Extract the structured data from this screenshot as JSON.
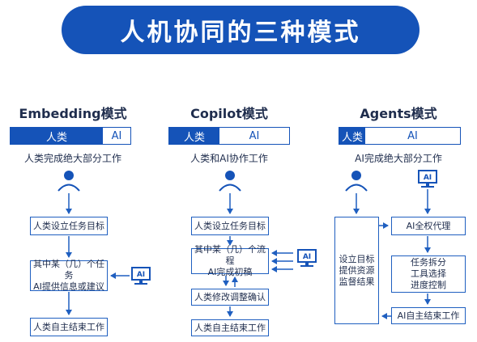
{
  "title": "人机协同的三种模式",
  "modes": [
    {
      "name": "Embedding模式",
      "split_human": "人类",
      "split_ai": "AI",
      "description": "人类完成绝大部分工作",
      "boxes": [
        "人类设立任务目标",
        "其中某（几）个任务\nAI提供信息或建议",
        "人类自主结束工作"
      ],
      "monitor_label": "AI"
    },
    {
      "name": "Copilot模式",
      "split_human": "人类",
      "split_ai": "AI",
      "description": "人类和AI协作工作",
      "boxes": [
        "人类设立任务目标",
        "其中某（几）个流程\nAI完成初稿",
        "人类修改调整确认",
        "人类自主结束工作"
      ],
      "monitor_label": "AI"
    },
    {
      "name": "Agents模式",
      "split_human": "人类",
      "split_ai": "AI",
      "description": "AI完成绝大部分工作",
      "boxes": [
        "设立目标\n提供资源\n监督结果",
        "AI全权代理",
        "任务拆分\n工具选择\n进度控制",
        "AI自主结束工作"
      ],
      "monitor_label": "AI"
    }
  ],
  "colors": {
    "brand": "#1553b8",
    "line": "#1f5fc0",
    "text": "#1f2d4d"
  },
  "icons": [
    "person-icon",
    "monitor-icon"
  ]
}
